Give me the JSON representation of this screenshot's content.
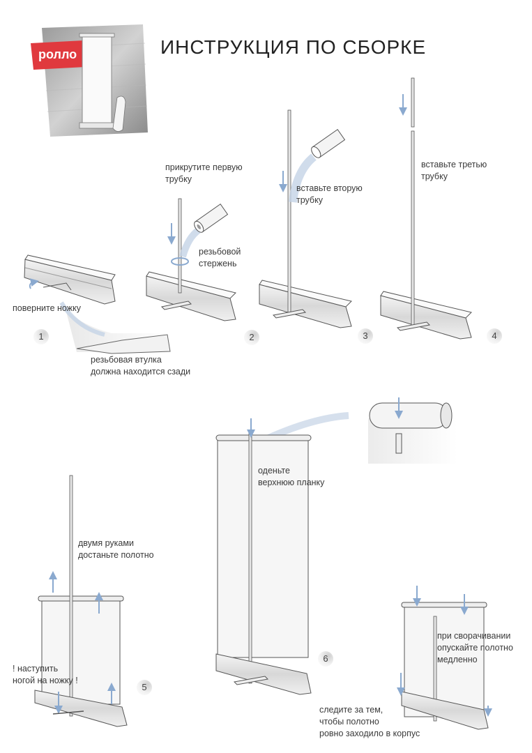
{
  "title": "ИНСТРУКЦИЯ ПО СБОРКЕ",
  "logo_text": "ролло",
  "colors": {
    "arrow": "#8aa9cf",
    "logo_red": "#e0393e",
    "line": "#444444"
  },
  "steps": [
    {
      "number": "1",
      "labels": [
        "поверните ножку",
        "резьбовая втулка\nдолжна находится сзади"
      ]
    },
    {
      "number": "2",
      "labels": [
        "прикрутите первую\nтрубку",
        "резьбовой\nстержень"
      ]
    },
    {
      "number": "3",
      "labels": [
        "вставьте вторую\nтрубку"
      ]
    },
    {
      "number": "4",
      "labels": [
        "вставьте третью\nтрубку"
      ]
    },
    {
      "number": "5",
      "labels": [
        "двумя руками\nдостаньте полотно",
        "! наступить\nногой на ножку !"
      ]
    },
    {
      "number": "6",
      "labels": [
        "оденьте\nверхнюю планку"
      ]
    },
    {
      "number": "",
      "labels": [
        "при сворачивании\nопускайте полотно\nмедленно",
        "следите за тем,\nчтобы полотно\nровно заходило в корпус"
      ]
    }
  ]
}
